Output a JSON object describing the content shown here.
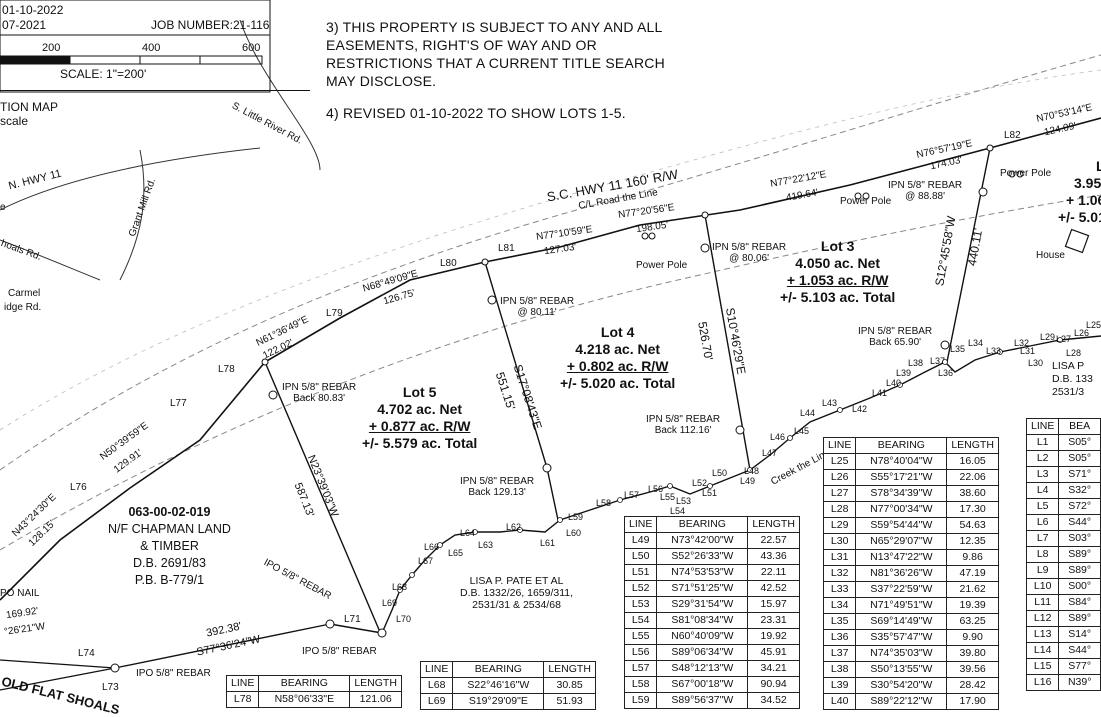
{
  "header": {
    "date1": "01-10-2022",
    "date2": "07-2021",
    "job_number": "JOB NUMBER:21-116",
    "scale_ticks": [
      "200",
      "400",
      "600"
    ],
    "scale": "SCALE: 1\"=200'",
    "location_map": "TION MAP",
    "location_scale": "scale"
  },
  "notes": [
    "3) THIS PROPERTY IS SUBJECT TO ANY AND ALL",
    "EASEMENTS, RIGHT'S OF WAY AND OR",
    "RESTRICTIONS THAT A CURRENT TITLE SEARCH",
    "MAY DISCLOSE.",
    "4) REVISED 01-10-2022 TO SHOW LOTS 1-5."
  ],
  "map_roads": {
    "little_river": "S. Little River Rd.",
    "n_hwy11": "N. HWY 11",
    "grant_mill": "Grant Mill Rd.",
    "shoals": "hoals Rd.",
    "carmel": "Carmel",
    "carmel2": "idge Rd.",
    "e": "e"
  },
  "road": {
    "hwy": "S.C. HWY 11  160' R/W",
    "centerline": "C/L Road the Line",
    "old_flat": "OLD FLAT SHOALS",
    "creek": "Creek the Line"
  },
  "calls": {
    "n70": "N70°53'14\"E",
    "d124": "124.09'",
    "l82": "L82",
    "n76": "N76°57'19\"E",
    "d174": "174.03'",
    "n77a": "N77°22'12\"E",
    "d419": "419.64'",
    "n77b": "N77°20'56\"E",
    "d198": "198.05'",
    "n77c": "N77°10'59\"E",
    "d127": "127.03'",
    "l81": "L81",
    "l80": "L80",
    "n68": "N68°49'09\"E",
    "d126": "126.75'",
    "l79": "L79",
    "n61": "N61°36'49\"E",
    "d122": "122.02'",
    "l78": "L78",
    "l77": "L77",
    "n50": "N50°39'59\"E",
    "d129": "129.91'",
    "l76": "L76",
    "n43": "N43°24'30\"E",
    "d128": "128.15'",
    "s12": "S12°45'58\"W",
    "d440": "440.11'",
    "s10": "S10°46'29\"E",
    "d526": "526.70'",
    "s17": "S17°08'43\"E",
    "d551": "551.15'",
    "n23": "N23°39'03\"W",
    "d587": "587.13'",
    "s77": "S77°36'24\"W",
    "d392": "392.38'",
    "l71": "L71",
    "l74": "L74",
    "l73": "L73",
    "ipo_nail": "PO NAIL",
    "d169": "169.92'",
    "s_26": "°26'21\"W"
  },
  "lots": [
    {
      "name": "Lot 3",
      "net": "4.050 ac. Net",
      "rw": "+ 1.053 ac. R/W",
      "total": "+/- 5.103 ac. Total"
    },
    {
      "name": "Lot 4",
      "net": "4.218 ac. Net",
      "rw": "+ 0.802 ac. R/W",
      "total": "+/- 5.020 ac. Total"
    },
    {
      "name": "Lot 5",
      "net": "4.702 ac. Net",
      "rw": "+ 0.877 ac. R/W",
      "total": "+/- 5.579 ac. Total"
    },
    {
      "name": "L",
      "net": "3.95",
      "rw": "+ 1.06",
      "total": "+/- 5.01"
    }
  ],
  "monuments": {
    "m1a": "IPN 5/8\" REBAR",
    "m1b": "@ 88.88'",
    "m2a": "IPN 5/8\" REBAR",
    "m2b": "@ 80.06'",
    "m3a": "IPN 5/8\" REBAR",
    "m3b": "@ 80.11'",
    "m4a": "IPN 5/8\" REBAR",
    "m4b": "Back 80.83'",
    "m5a": "IPN 5/8\" REBAR",
    "m5b": "Back 65.90'",
    "m6a": "IPN 5/8\" REBAR",
    "m6b": "Back 112.16'",
    "m7a": "IPN 5/8\" REBAR",
    "m7b": "Back 129.13'",
    "m8": "IPO 5/8\" REBAR",
    "m9": "IPO 5/8\" REBAR",
    "m10": "IPO 5/8\" REBAR",
    "pole1": "Power Pole",
    "pole2": "Power Pole",
    "pole3": "Power Pole",
    "house": "House"
  },
  "owners": {
    "chapman": [
      "063-00-02-019",
      "N/F CHAPMAN LAND",
      "& TIMBER",
      "D.B. 2691/83",
      "P.B. B-779/1"
    ],
    "pate": [
      "LISA P. PATE ET AL",
      "D.B. 1332/26, 1659/311,",
      "2531/31 & 2534/68"
    ],
    "pate_right": [
      "LISA P",
      "D.B. 133",
      "2531/3"
    ]
  },
  "tables": {
    "headers": [
      "LINE",
      "BEARING",
      "LENGTH"
    ],
    "right_headers": [
      "LINE",
      "BEA"
    ],
    "t_mid": [
      [
        "L25",
        "N78°40'04\"W",
        "16.05"
      ],
      [
        "L26",
        "S55°17'21\"W",
        "22.06"
      ],
      [
        "L27",
        "S78°34'39\"W",
        "38.60"
      ],
      [
        "L28",
        "N77°00'34\"W",
        "17.30"
      ],
      [
        "L29",
        "S59°54'44\"W",
        "54.63"
      ],
      [
        "L30",
        "N65°29'07\"W",
        "12.35"
      ],
      [
        "L31",
        "N13°47'22\"W",
        "9.86"
      ],
      [
        "L32",
        "N81°36'26\"W",
        "47.19"
      ],
      [
        "L33",
        "S37°22'59\"W",
        "21.62"
      ],
      [
        "L34",
        "N71°49'51\"W",
        "19.39"
      ],
      [
        "L35",
        "S69°14'49\"W",
        "63.25"
      ],
      [
        "L36",
        "S35°57'47\"W",
        "9.90"
      ],
      [
        "L37",
        "N74°35'03\"W",
        "39.80"
      ],
      [
        "L38",
        "S50°13'55\"W",
        "39.56"
      ],
      [
        "L39",
        "S30°54'20\"W",
        "28.42"
      ],
      [
        "L40",
        "S89°22'12\"W",
        "17.90"
      ]
    ],
    "t_center": [
      [
        "L49",
        "N73°42'00\"W",
        "22.57"
      ],
      [
        "L50",
        "S52°26'33\"W",
        "43.36"
      ],
      [
        "L51",
        "N74°53'53\"W",
        "22.11"
      ],
      [
        "L52",
        "S71°51'25\"W",
        "42.52"
      ],
      [
        "L53",
        "S29°31'54\"W",
        "15.97"
      ],
      [
        "L54",
        "S81°08'34\"W",
        "23.31"
      ],
      [
        "L55",
        "N60°40'09\"W",
        "19.92"
      ],
      [
        "L56",
        "S89°06'34\"W",
        "45.91"
      ],
      [
        "L57",
        "S48°12'13\"W",
        "34.21"
      ],
      [
        "L58",
        "S67°00'18\"W",
        "90.94"
      ],
      [
        "L59",
        "S89°56'37\"W",
        "34.52"
      ]
    ],
    "t_lower": [
      [
        "L68",
        "S22°46'16\"W",
        "30.85"
      ],
      [
        "L69",
        "S19°29'09\"E",
        "51.93"
      ]
    ],
    "t_left": [
      [
        "L78",
        "N58°06'33\"E",
        "121.06"
      ]
    ],
    "t_right": [
      [
        "L1",
        "S05°"
      ],
      [
        "L2",
        "S05°"
      ],
      [
        "L3",
        "S71°"
      ],
      [
        "L4",
        "S32°"
      ],
      [
        "L5",
        "S72°"
      ],
      [
        "L6",
        "S44°"
      ],
      [
        "L7",
        "S03°"
      ],
      [
        "L8",
        "S89°"
      ],
      [
        "L9",
        "S89°"
      ],
      [
        "L10",
        "S00°"
      ],
      [
        "L11",
        "S84°"
      ],
      [
        "L12",
        "S89°"
      ],
      [
        "L13",
        "S14°"
      ],
      [
        "L14",
        "S44°"
      ],
      [
        "L15",
        "S77°"
      ],
      [
        "L16",
        "N39°"
      ]
    ]
  },
  "creek_labels": [
    "L41",
    "L42",
    "L43",
    "L44",
    "L45",
    "L46",
    "L47",
    "L48",
    "L49",
    "L50",
    "L51",
    "L52",
    "L53",
    "L54",
    "L55",
    "L56",
    "L57",
    "L58",
    "L59",
    "L60",
    "L61",
    "L62",
    "L63",
    "L64",
    "L65",
    "L66",
    "L67",
    "L68",
    "L69",
    "L70",
    "L35",
    "L36",
    "L37",
    "L38",
    "L39",
    "L40",
    "L29",
    "L28",
    "L27",
    "L26",
    "L25",
    "L32",
    "L30",
    "L31",
    "L33",
    "L34"
  ]
}
